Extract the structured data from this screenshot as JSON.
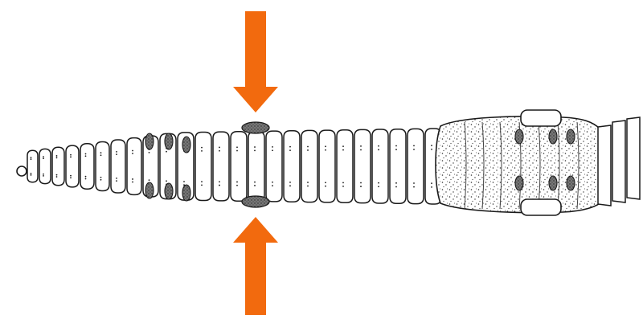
{
  "figure": {
    "subject": "worm-body-segments",
    "colors": {
      "arrow": "#f26a0e",
      "outline": "#1a1a1a",
      "body_fill": "#ffffff",
      "pore_fill": "#555555",
      "clitellum_dots": "#333333"
    },
    "arrows": [
      {
        "name": "top-arrow",
        "direction": "down"
      },
      {
        "name": "bottom-arrow",
        "direction": "up"
      }
    ]
  }
}
